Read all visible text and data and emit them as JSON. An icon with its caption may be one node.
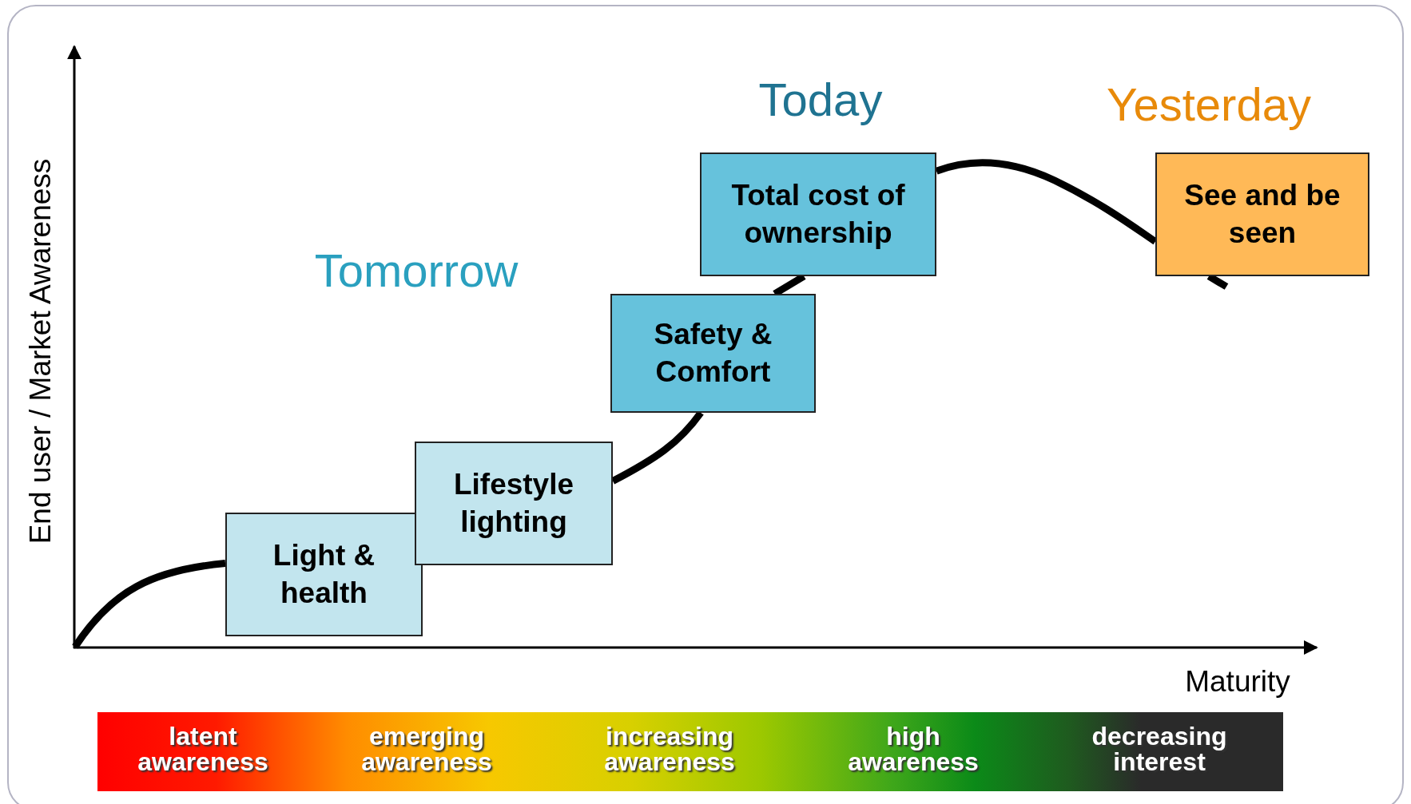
{
  "diagram": {
    "nodes": [
      {
        "text": [
          "Light & health"
        ]
      },
      {
        "text": [
          "Lifestyle lighting"
        ]
      },
      {
        "text": [
          "Safety & Comfort"
        ]
      },
      {
        "text": [
          "Total cost of ownership"
        ]
      },
      {
        "text": [
          "See and be seen"
        ]
      }
    ],
    "edges": [
      {
        "from": null,
        "to": 0,
        "arrow": "none"
      },
      {
        "from": 1,
        "to": 2,
        "arrow": "none"
      },
      {
        "from": 2,
        "to": 3,
        "arrow": "none"
      },
      {
        "from": 3,
        "to": 4,
        "arrow": "none"
      },
      {
        "from": 4,
        "to": null,
        "arrow": "none"
      }
    ],
    "labels": [
      "Today",
      "Yesterday",
      "Tomorrow",
      "End user / Market Awareness",
      "Maturity",
      "latent awareness",
      "emerging awareness",
      "increasing awareness",
      "high awareness",
      "decreasing interest"
    ]
  }
}
